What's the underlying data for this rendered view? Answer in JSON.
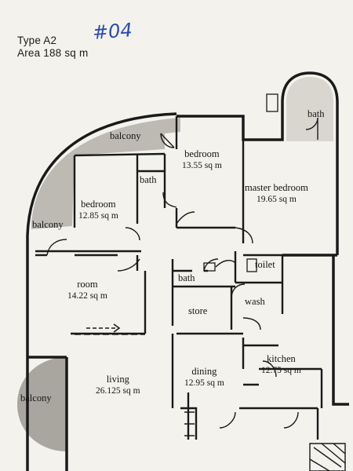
{
  "header": {
    "type_label": "Type A2",
    "area_label": "Area 188 sq m",
    "handwritten_note": "#04"
  },
  "rooms": {
    "balcony_top": {
      "name": "balcony"
    },
    "bedroom_2": {
      "name": "bedroom",
      "area": "13.55 sq m"
    },
    "bath_top": {
      "name": "bath"
    },
    "master_bedroom": {
      "name": "master bedroom",
      "area": "19.65 sq m"
    },
    "bath_small": {
      "name": "bath"
    },
    "bedroom_1": {
      "name": "bedroom",
      "area": "12.85 sq m"
    },
    "balcony_left": {
      "name": "balcony"
    },
    "toilet": {
      "name": "toilet"
    },
    "bath_mid": {
      "name": "bath"
    },
    "room": {
      "name": "room",
      "area": "14.22 sq m"
    },
    "store": {
      "name": "store"
    },
    "wash": {
      "name": "wash"
    },
    "kitchen": {
      "name": "kitchen",
      "area": "12.75 sq m"
    },
    "dining": {
      "name": "dining",
      "area": "12.95 sq m"
    },
    "living": {
      "name": "living",
      "area": "26.125 sq m"
    },
    "balcony_bottom": {
      "name": "balcony"
    }
  },
  "colors": {
    "wall": "#1a1a1a",
    "balcony_fill": "#b9b7b2",
    "paper": "#f4f2ec",
    "note_ink": "#2a4bb0"
  }
}
